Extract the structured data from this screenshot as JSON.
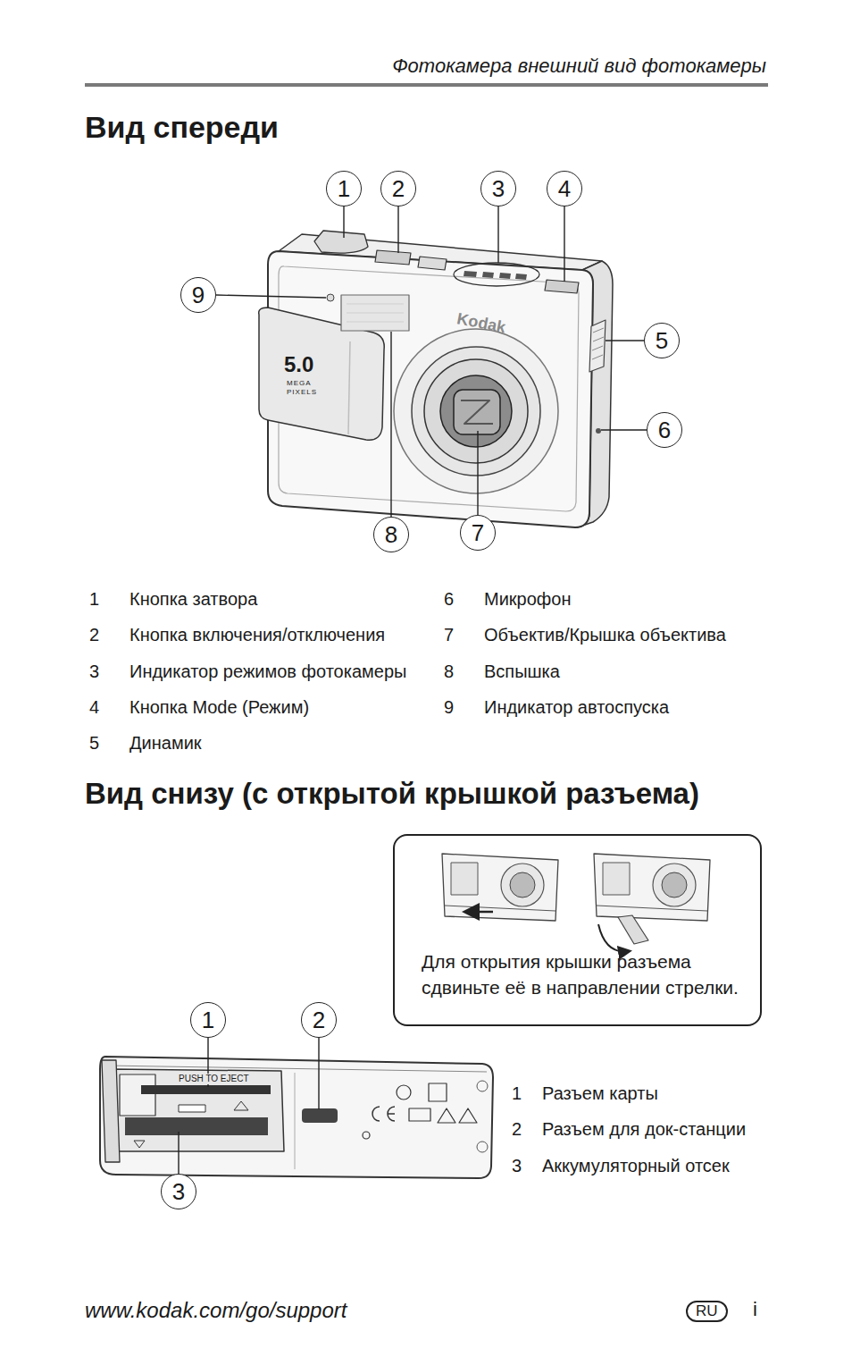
{
  "diagram": {
    "title": "Вид спереди",
    "nodes": [
      {
        "text": [
          "1"
        ]
      },
      {
        "text": [
          "2"
        ]
      },
      {
        "text": [
          "3"
        ]
      },
      {
        "text": [
          "4"
        ]
      },
      {
        "text": [
          "9"
        ]
      },
      {
        "text": [
          "5"
        ]
      },
      {
        "text": [
          "6"
        ]
      },
      {
        "text": [
          "8"
        ]
      },
      {
        "text": [
          "7"
        ]
      },
      {
        "text": [
          "Для открытия крышки разъема сдвиньте её в направлении стрелки."
        ]
      },
      {
        "text": [
          "1"
        ]
      },
      {
        "text": [
          "2"
        ]
      },
      {
        "text": [
          "3"
        ]
      },
      {
        "text": [
          "RU"
        ]
      }
    ],
    "labels": [
      "Фотокамера внешний вид фотокамеры",
      "Kodak",
      "5.0",
      "MEGA PIXELS",
      "1",
      "Кнопка затвора",
      "6",
      "Микрофон",
      "2",
      "Кнопка включения/отключения",
      "7",
      "Объектив/Крышка объектива",
      "3",
      "Индикатор режимов фотокамеры",
      "8",
      "Вспышка",
      "4",
      "Кнопка Mode (Режим)",
      "9",
      "Индикатор автоспуска",
      "5",
      "Динамик",
      "Вид снизу (с открытой крышкой разъема)",
      "PUSH TO EJECT",
      "1",
      "Разъем карты",
      "2",
      "Разъем для док-станции",
      "3",
      "Аккумуляторный отсек",
      "www.kodak.com/go/support",
      "i"
    ]
  }
}
